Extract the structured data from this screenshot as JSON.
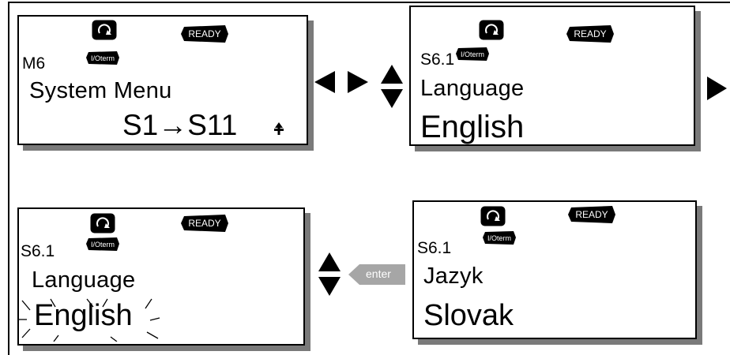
{
  "panels": [
    {
      "code": "M6",
      "line2": "System Menu",
      "line3": "S1→S11",
      "status": "READY",
      "io": "I/Oterm",
      "side_icon": "browse-plus-icon"
    },
    {
      "code": "S6.1",
      "line2": "Language",
      "line3": "English",
      "status": "READY",
      "io": "I/Oterm"
    },
    {
      "code": "S6.1",
      "line2": "Language",
      "line3": "English",
      "status": "READY",
      "io": "I/Oterm",
      "blinking": true
    },
    {
      "code": "S6.1",
      "line2": "Jazyk",
      "line3": "Slovak",
      "status": "READY",
      "io": "I/Oterm"
    }
  ],
  "enter_key": {
    "label": "enter",
    "color": "#a6a6a6"
  },
  "icons": [
    "rotation-icon",
    "left-arrow-icon",
    "right-arrow-icon",
    "up-arrow-icon",
    "down-arrow-icon",
    "enter-key-icon"
  ]
}
